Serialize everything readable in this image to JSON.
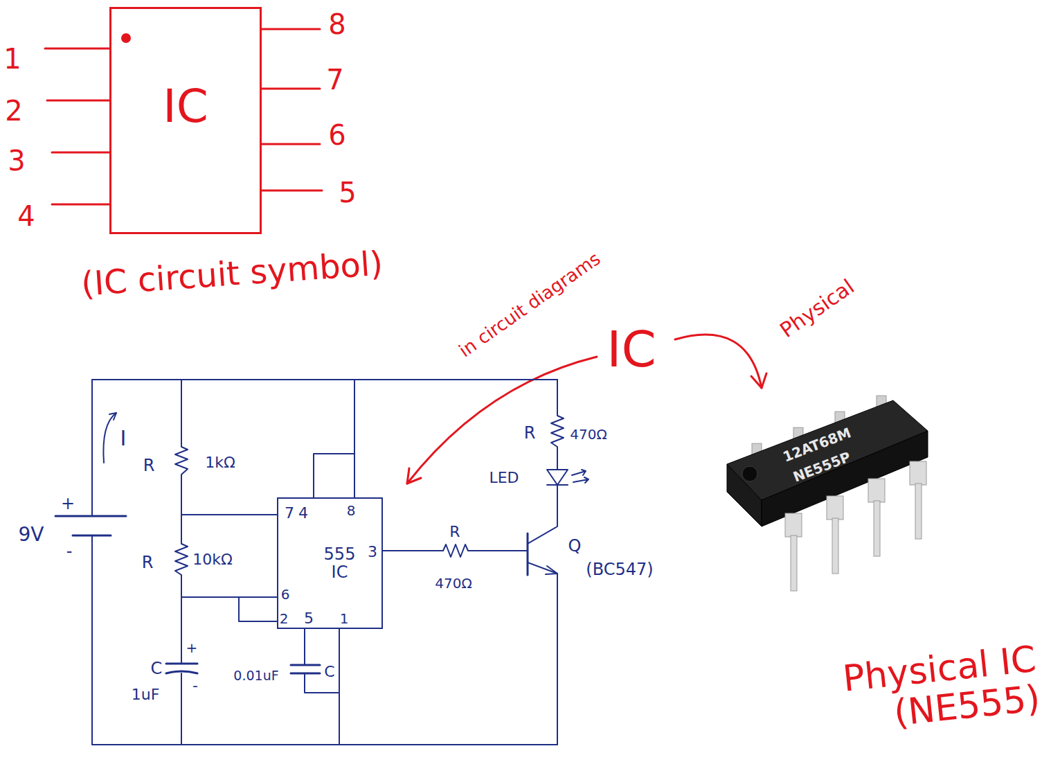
{
  "diagram": {
    "nodes": [
      {
        "text": [
          "IC"
        ]
      },
      {
        "text": [
          "555 IC"
        ]
      },
      {
        "text": [
          "12AT68M",
          "NE555P"
        ]
      }
    ],
    "labels": [
      "1",
      "2",
      "3",
      "4",
      "8",
      "7",
      "6",
      "5",
      "(IC circuit symbol)",
      "IC",
      "in circuit diagrams",
      "Physical",
      "Physical IC (NE555)",
      "I",
      "9V",
      "+",
      "-",
      "R",
      "1kΩ",
      "R",
      "10kΩ",
      "C",
      "1uF",
      "+",
      "-",
      "0.01uF",
      "C",
      "7",
      "4",
      "8",
      "3",
      "6",
      "2",
      "5",
      "1",
      "R",
      "470Ω",
      "R",
      "470Ω",
      "LED",
      "Q",
      "(BC547)"
    ]
  }
}
